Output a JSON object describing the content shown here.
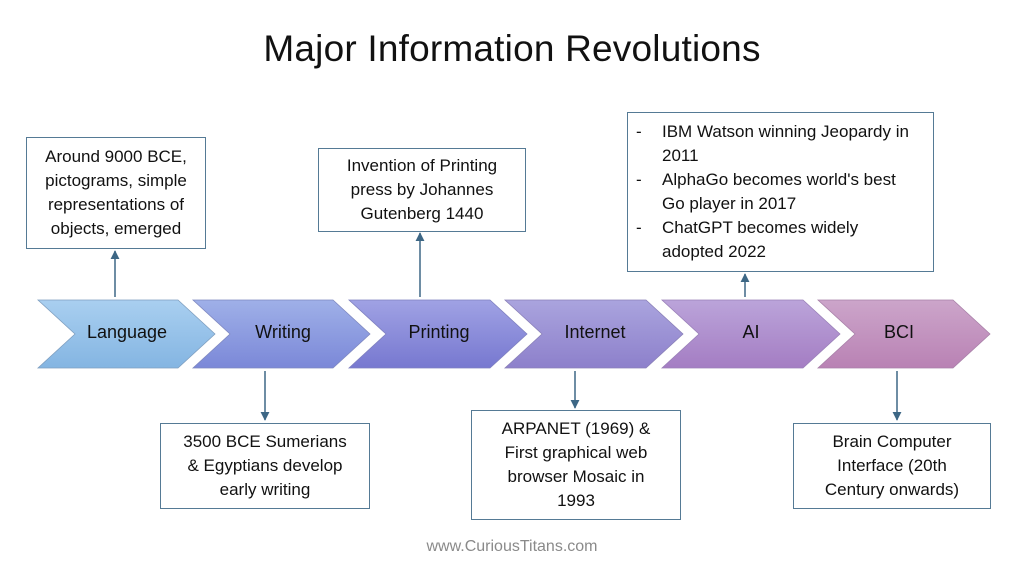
{
  "title": "Major Information Revolutions",
  "stages": [
    {
      "label": "Language",
      "color_top": "#a7cdee",
      "color_bottom": "#86b6e2"
    },
    {
      "label": "Writing",
      "color_top": "#9aa8e6",
      "color_bottom": "#7d8ad8"
    },
    {
      "label": "Printing",
      "color_top": "#9b9ce2",
      "color_bottom": "#7a7bd2"
    },
    {
      "label": "Internet",
      "color_top": "#a49fdc",
      "color_bottom": "#8f83cc"
    },
    {
      "label": "AI",
      "color_top": "#b6a0d8",
      "color_bottom": "#a27fc4"
    },
    {
      "label": "BCI",
      "color_top": "#c9a2c9",
      "color_bottom": "#b884b6"
    }
  ],
  "callouts": {
    "language": "Around 9000 BCE,\npictograms, simple\nrepresentations of\nobjects, emerged",
    "writing": "3500 BCE Sumerians\n& Egyptians develop\nearly writing",
    "printing": "Invention of Printing\npress by Johannes\nGutenberg 1440",
    "internet": "ARPANET (1969) &\nFirst graphical web\nbrowser Mosaic in\n1993",
    "ai": [
      "IBM Watson winning Jeopardy in 2011",
      "AlphaGo becomes world's best Go player in 2017",
      "ChatGPT becomes widely adopted 2022"
    ],
    "bci": "Brain Computer\nInterface (20th\nCentury onwards)"
  },
  "footer": "www.CuriousTitans.com",
  "colors": {
    "connector": "#3d6785",
    "box_border": "#557a95"
  }
}
